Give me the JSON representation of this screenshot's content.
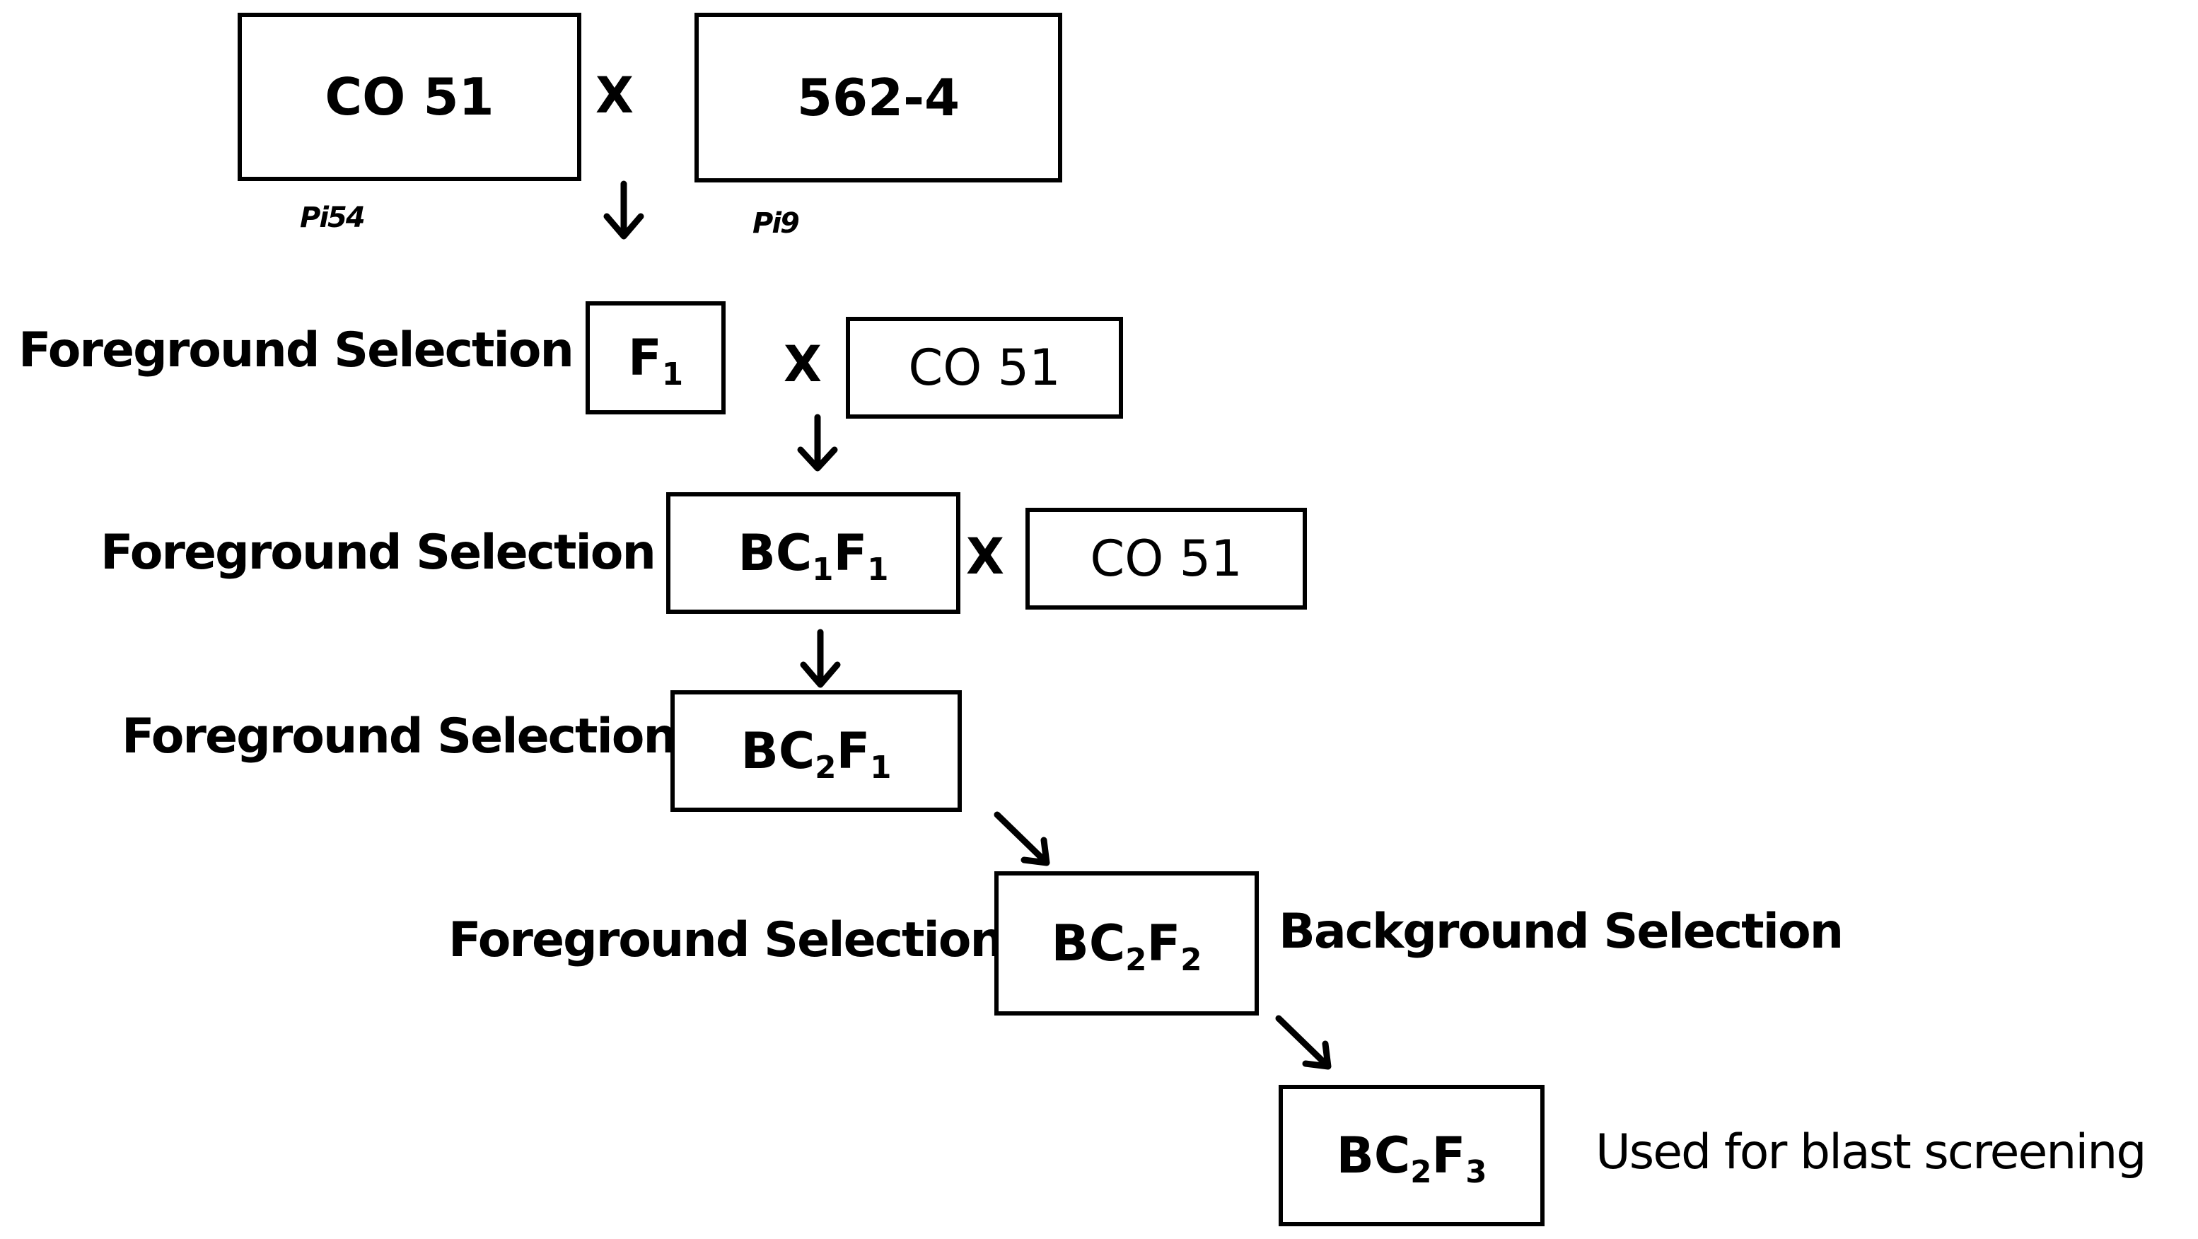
{
  "parents": {
    "p1": {
      "label": "CO 51",
      "gene": "Pi54"
    },
    "p2": {
      "label": "562-4",
      "gene": "Pi9"
    },
    "cross": "X"
  },
  "row_f1": {
    "label": "Foreground Selection",
    "gen": {
      "base": "F",
      "sub": "1"
    },
    "cross": "X",
    "recurrent": "CO 51"
  },
  "row_bc1f1": {
    "label": "Foreground Selection",
    "gen": {
      "b1": "BC",
      "s1": "1",
      "b2": "F",
      "s2": "1"
    },
    "cross": "X",
    "recurrent": "CO 51"
  },
  "row_bc2f1": {
    "label": "Foreground Selection",
    "gen": {
      "b1": "BC",
      "s1": "2",
      "b2": "F",
      "s2": "1"
    }
  },
  "row_bc2f2": {
    "label": "Foreground Selection",
    "gen": {
      "b1": "BC",
      "s1": "2",
      "b2": "F",
      "s2": "2"
    },
    "right_label": "Background Selection"
  },
  "row_bc2f3": {
    "gen": {
      "b1": "BC",
      "s1": "2",
      "b2": "F",
      "s2": "3"
    },
    "right_label": "Used for blast screening"
  }
}
